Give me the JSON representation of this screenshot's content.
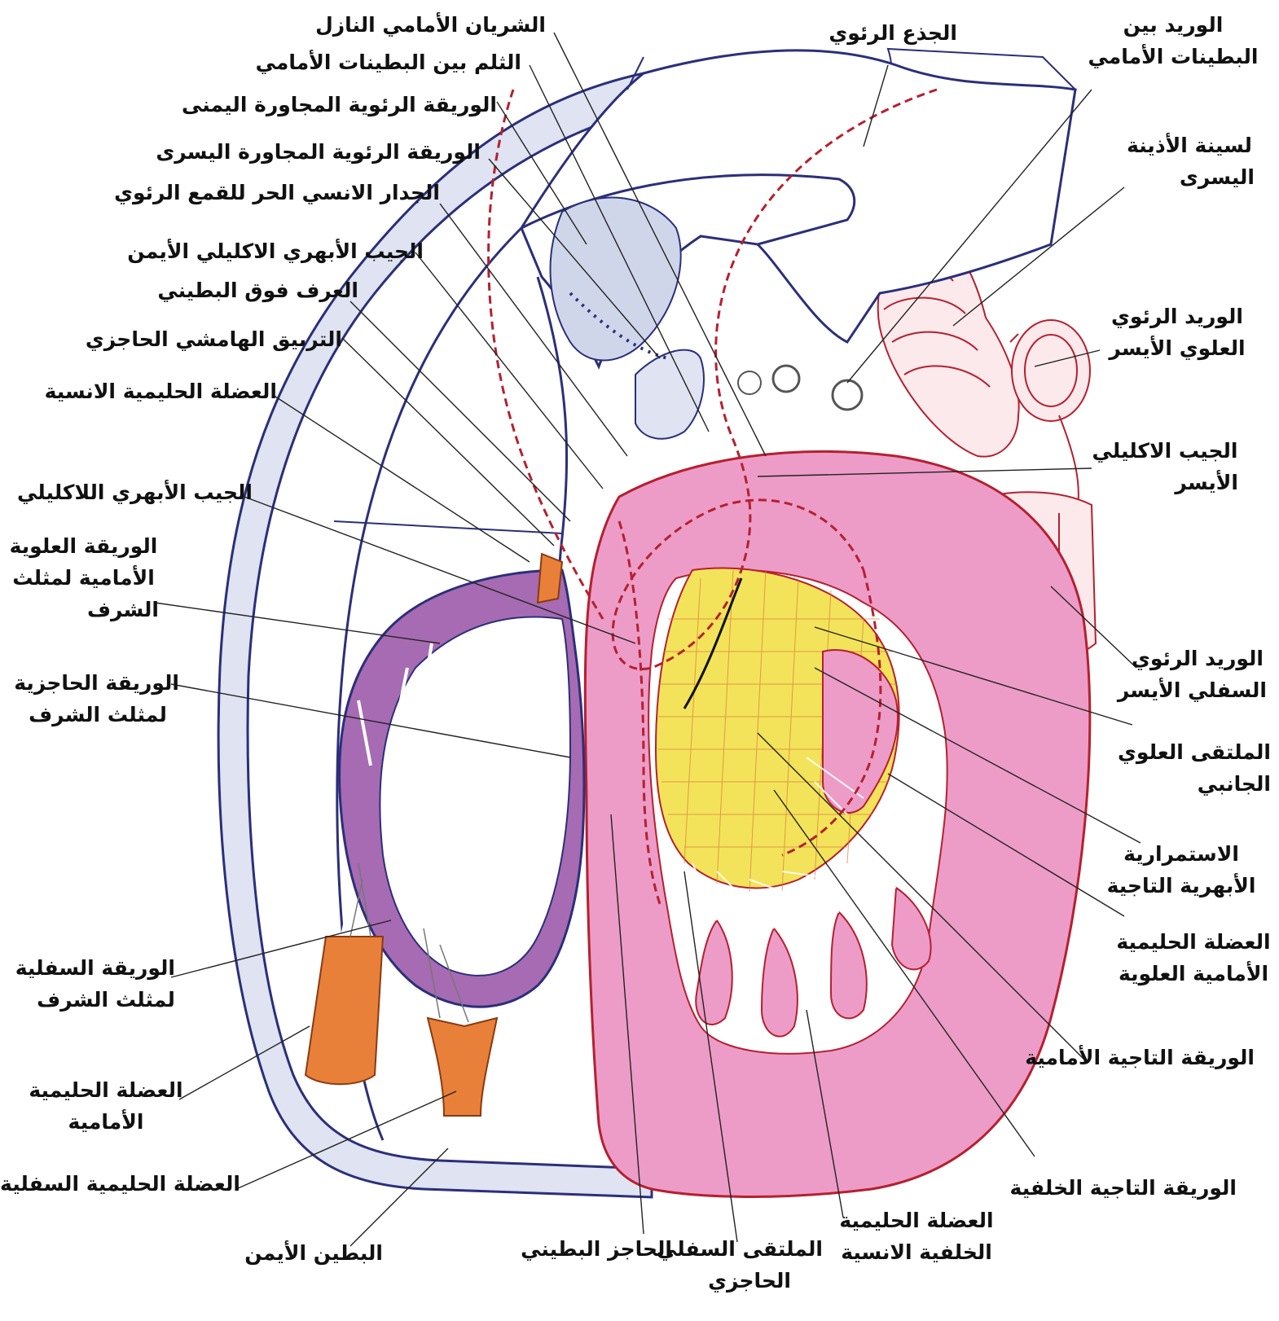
{
  "labels": {
    "descending_artery": "الشريان الأمامي النازل",
    "interventricular_notch": "الثلم بين البطينات الأمامي",
    "right_adjacent_cusp": "الوريقة الرئوية المجاورة اليمنى",
    "left_adjacent_cusp": "الوريقة الرئوية المجاورة اليسرى",
    "infundibulum_free_wall": "الجدار الانسي الحر للقمع الرئوي",
    "right_coronary_sinus": "الجيب الأبهري الاكليلي الأيمن",
    "supraventricular_crest": "العرف فوق البطيني",
    "septomarginal_trabeculation": "التربيق الهامشي الحاجزي",
    "medial_papillary": "العضلة الحليمية الانسية",
    "noncoronary_sinus": "الجيب الأبهري اللاكليلي",
    "tricuspid_anterosuperior_l1": "الوريقة العلوية",
    "tricuspid_anterosuperior_l2": "الأمامية لمثلث",
    "tricuspid_anterosuperior_l3": "الشرف",
    "tricuspid_septal_l1": "الوريقة الحاجزية",
    "tricuspid_septal_l2": "لمثلث الشرف",
    "tricuspid_inferior_l1": "الوريقة السفلية",
    "tricuspid_inferior_l2": "لمثلث الشرف",
    "anterior_papillary_l1": "العضلة الحليمية",
    "anterior_papillary_l2": "الأمامية",
    "inferior_papillary": "العضلة الحليمية السفلية",
    "right_ventricle": "البطين الأيمن",
    "ventricular_septum": "الحاجز البطيني",
    "inferior_commissure_l1": "الملتقى السفلي",
    "inferior_commissure_l2": "الحاجزي",
    "posteromedial_papillary_l1": "العضلة الحليمية",
    "posteromedial_papillary_l2": "الخلفية الانسية",
    "pulmonary_trunk": "الجذع الرئوي",
    "anterior_interventricular_vein_l1": "الوريد بين",
    "anterior_interventricular_vein_l2": "البطينات الأمامي",
    "left_atrial_appendage_l1": "لسينة الأذينة",
    "left_atrial_appendage_l2": "اليسرى",
    "left_superior_pulmonary_vein_l1": "الوريد الرئوي",
    "left_superior_pulmonary_vein_l2": "العلوي الأيسر",
    "left_coronary_sinus_l1": "الجيب الاكليلي",
    "left_coronary_sinus_l2": "الأيسر",
    "left_inferior_pulmonary_vein_l1": "الوريد الرئوي",
    "left_inferior_pulmonary_vein_l2": "السفلي الأيسر",
    "superolateral_commissure_l1": "الملتقى العلوي",
    "superolateral_commissure_l2": "الجانبي",
    "aortomitral_continuity_l1": "الاستمرارية",
    "aortomitral_continuity_l2": "الأبهرية التاجية",
    "anterosuperior_papillary_l1": "العضلة الحليمية",
    "anterosuperior_papillary_l2": "الأمامية العلوية",
    "mitral_anterior_leaflet": "الوريقة التاجية الأمامية",
    "mitral_posterior_leaflet": "الوريقة التاجية الخلفية"
  },
  "colors": {
    "outline_blue": "#2b2f7a",
    "pericardium_fill": "#dfe3f2",
    "left_ventricle_fill": "#ec9cc7",
    "tricuspid_purple": "#a66bb2",
    "papillary_orange": "#e8803a",
    "mitral_yellow": "#f3e35a",
    "vessel_red": "#b5202f",
    "leader_line": "#222222"
  }
}
